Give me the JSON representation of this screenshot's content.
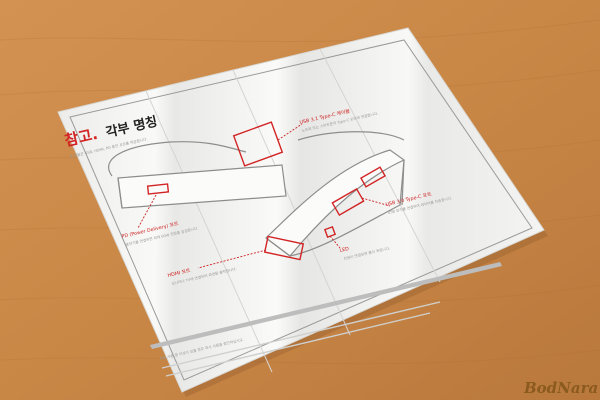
{
  "manual": {
    "title_prefix": "참고.",
    "title_rest": "각부 명칭",
    "intro_text": "본 제품은 USB, HDMI, PD 충전 포트를 제공합니다.",
    "labels": {
      "usb_31": "USB 3.1 Type-C 케이블",
      "usb_31_desc": "노트북 또는 스마트폰의 Type-C 포트에 연결합니다.",
      "pd": "PD (Power Delivery) 포트",
      "pd_desc": "충전기를 연결하면 최대 60W 전원을 공급합니다.",
      "hdmi": "HDMI 포트",
      "hdmi_desc": "모니터나 TV에 연결하여 화면을 출력합니다.",
      "usb_30": "USB 3.0 Type-C 포트",
      "usb_30_desc": "USB 장치를 연결하여 데이터를 전송합니다.",
      "led": "LED",
      "led_desc": "전원이 연결되면 불이 켜집니다."
    },
    "footer_text": "제품 사용 중 이상이 있을 경우 즉시 사용을 중단하십시오."
  },
  "watermark": {
    "text": "BodNara"
  },
  "colors": {
    "table_wood": "#c9874a",
    "paper": "#f7f7f5",
    "accent_red": "#d22424",
    "line_gray": "#8d8d8d"
  }
}
